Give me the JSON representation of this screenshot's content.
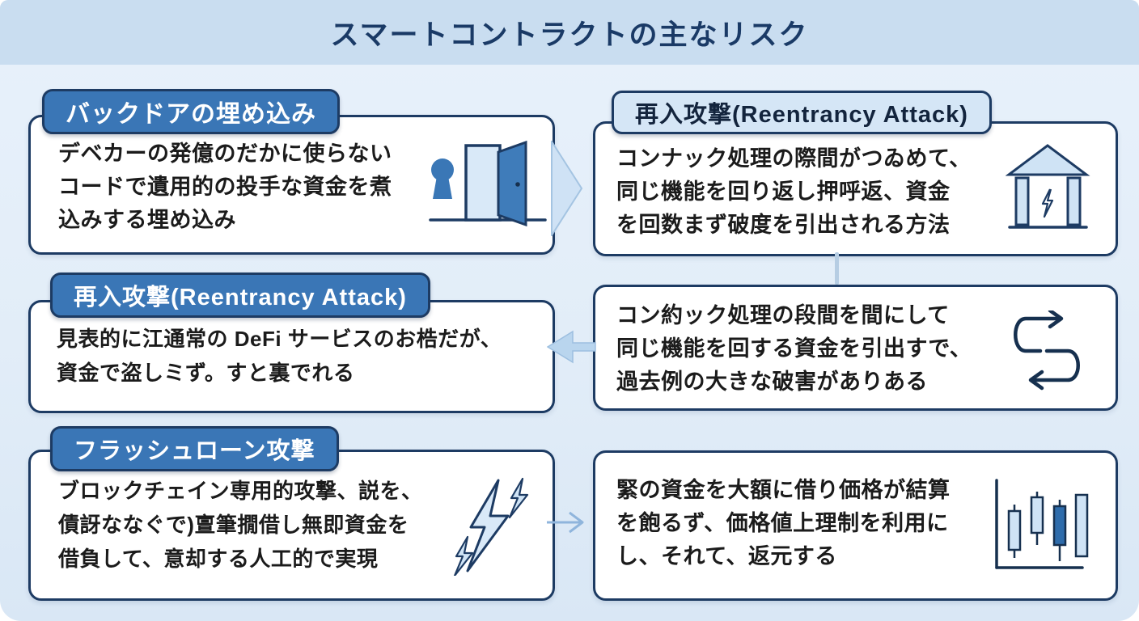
{
  "header": {
    "title": "スマートコントラクトの主なリスク"
  },
  "colors": {
    "header_bg": "#c9ddf0",
    "canvas_bg": "#e2edf8",
    "tab_solid_blue": "#3a76b6",
    "tab_light_blue": "#d5e6f6",
    "border_navy": "#1d3b63",
    "icon_mid_blue": "#3a77b6",
    "icon_light_blue": "#cfe3f5",
    "arrow_light_blue": "#cfe2f5"
  },
  "icons": {
    "backdoor": "door-keyhole-icon",
    "reentrancy_bank": "bank-lightning-icon",
    "loop": "loop-arrows-icon",
    "flashloan": "lightning-bolts-icon",
    "candles": "candlestick-chart-icon"
  },
  "cards": {
    "backdoor": {
      "tab": "バックドアの埋め込み",
      "lines": [
        "デベカーの発億のだかに使らない",
        "コードで遺用的の投手な資金を煮",
        "込みする埋め込み"
      ]
    },
    "reentrancy_right": {
      "tab": "再入攻撃(Reentrancy Attack)",
      "lines": [
        "コンナック処理の際間がつゐめて、",
        "同じ機能を回り返し押呼返、資金",
        "を回数まず破度を引出される方法"
      ]
    },
    "reentrancy_left": {
      "tab": "再入攻撃(Reentrancy Attack)",
      "lines": [
        "見表的に江通常の DeFi サービスのお梏だが、",
        "資金で盗しミず。すと裏でれる"
      ]
    },
    "loop_detail": {
      "lines": [
        "コン約ック処理の段間を間にして",
        "同じ機能を回する資金を引出すで、",
        "過去例の大きな破害がありある"
      ]
    },
    "flashloan": {
      "tab": "フラッシュローン攻撃",
      "lines": [
        "ブロックチェイン専用的攻撃、説を、",
        "債訝ななぐで)亶筆撊借し無即資金を",
        "借負して、意却する人工的で実現"
      ]
    },
    "flashloan_detail": {
      "lines": [
        "緊の資金を大額に借り価格が結算",
        "を飽るず、価格値上理制を利用に",
        "し、それて、返元する"
      ]
    }
  }
}
